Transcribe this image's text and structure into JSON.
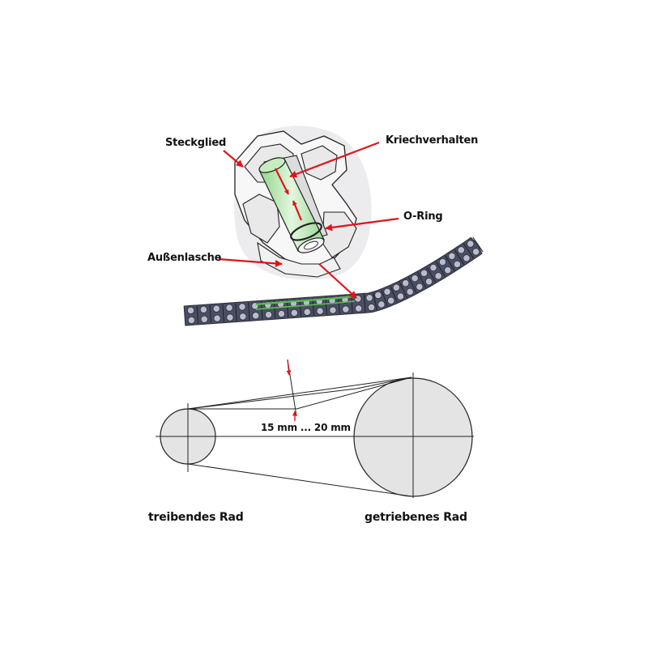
{
  "labels": {
    "steckglied": "Steckglied",
    "kriechverhalten": "Kriechverhalten",
    "o_ring": "O-Ring",
    "aussenlasche": "Außenlasche",
    "measurement": "15 mm ... 20 mm",
    "driving_wheel": "treibendes Rad",
    "driven_wheel": "getriebenes Rad"
  },
  "colors": {
    "arrow": "#e0141a",
    "pin_highlight": "#bfe9b8",
    "chain_plate": "#4a4e63",
    "chain_roller": "#b9bccb",
    "wheel_fill": "#e4e4e4",
    "inset_bg": "#ececee",
    "line": "#222222"
  }
}
